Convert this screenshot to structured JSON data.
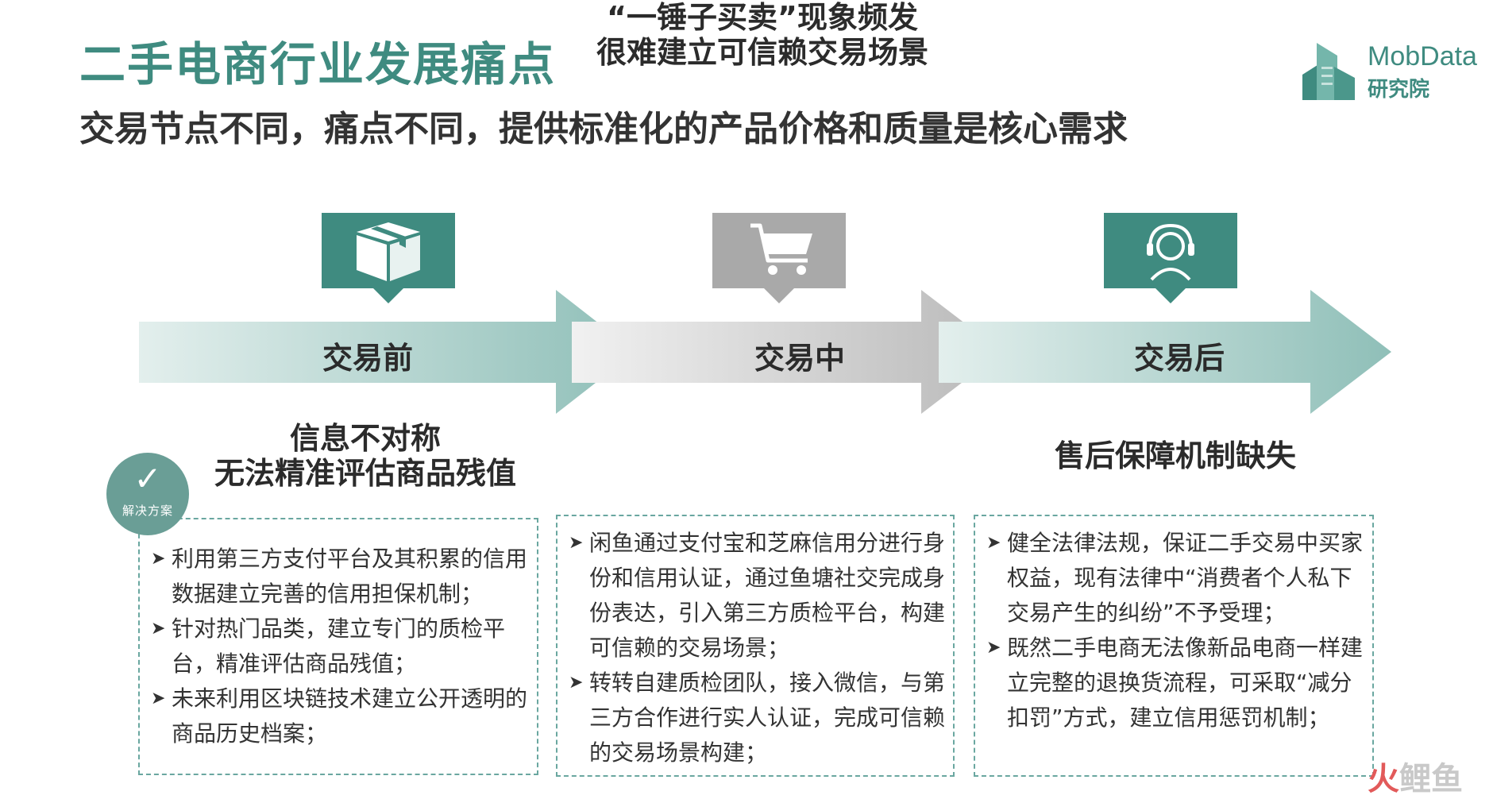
{
  "header": {
    "title": "二手电商行业发展痛点",
    "subtitle": "交易节点不同，痛点不同，提供标准化的产品价格和质量是核心需求"
  },
  "logo": {
    "brand": "MobData",
    "sub": "研究院"
  },
  "stages": [
    {
      "label": "交易前",
      "icon": "package-box-icon",
      "icon_color": "#3f8b80",
      "pain_lines": [
        "信息不对称",
        "无法精准评估商品残值"
      ]
    },
    {
      "label": "交易中",
      "icon": "shopping-cart-icon",
      "icon_color": "#a9a9a9",
      "pain_lines": [
        "“一锤子买卖”现象频发",
        "很难建立可信赖交易场景"
      ]
    },
    {
      "label": "交易后",
      "icon": "customer-service-headset-icon",
      "icon_color": "#3f8b80",
      "pain_lines": [
        "售后保障机制缺失"
      ]
    }
  ],
  "badge": {
    "label": "解决方案"
  },
  "solutions": [
    [
      "利用第三方支付平台及其积累的信用数据建立完善的信用担保机制；",
      "针对热门品类，建立专门的质检平台，精准评估商品残值；",
      "未来利用区块链技术建立公开透明的商品历史档案；"
    ],
    [
      "闲鱼通过支付宝和芝麻信用分进行身份和信用认证，通过鱼塘社交完成身份表达，引入第三方质检平台，构建可信赖的交易场景；",
      "转转自建质检团队，接入微信，与第三方合作进行实人认证，完成可信赖的交易场景构建；"
    ],
    [
      "健全法律法规，保证二手交易中买家权益，现有法律中“消费者个人私下交易产生的纠纷”不予受理；",
      "既然二手电商无法像新品电商一样建立完整的退换货流程，可采取“减分扣罚”方式，建立信用惩罚机制；"
    ]
  ],
  "watermark": {
    "part1": "火",
    "part2": "鲤鱼"
  },
  "colors": {
    "accent": "#3f8b80",
    "gray": "#a9a9a9",
    "dashed_border": "#6aa7a0"
  }
}
